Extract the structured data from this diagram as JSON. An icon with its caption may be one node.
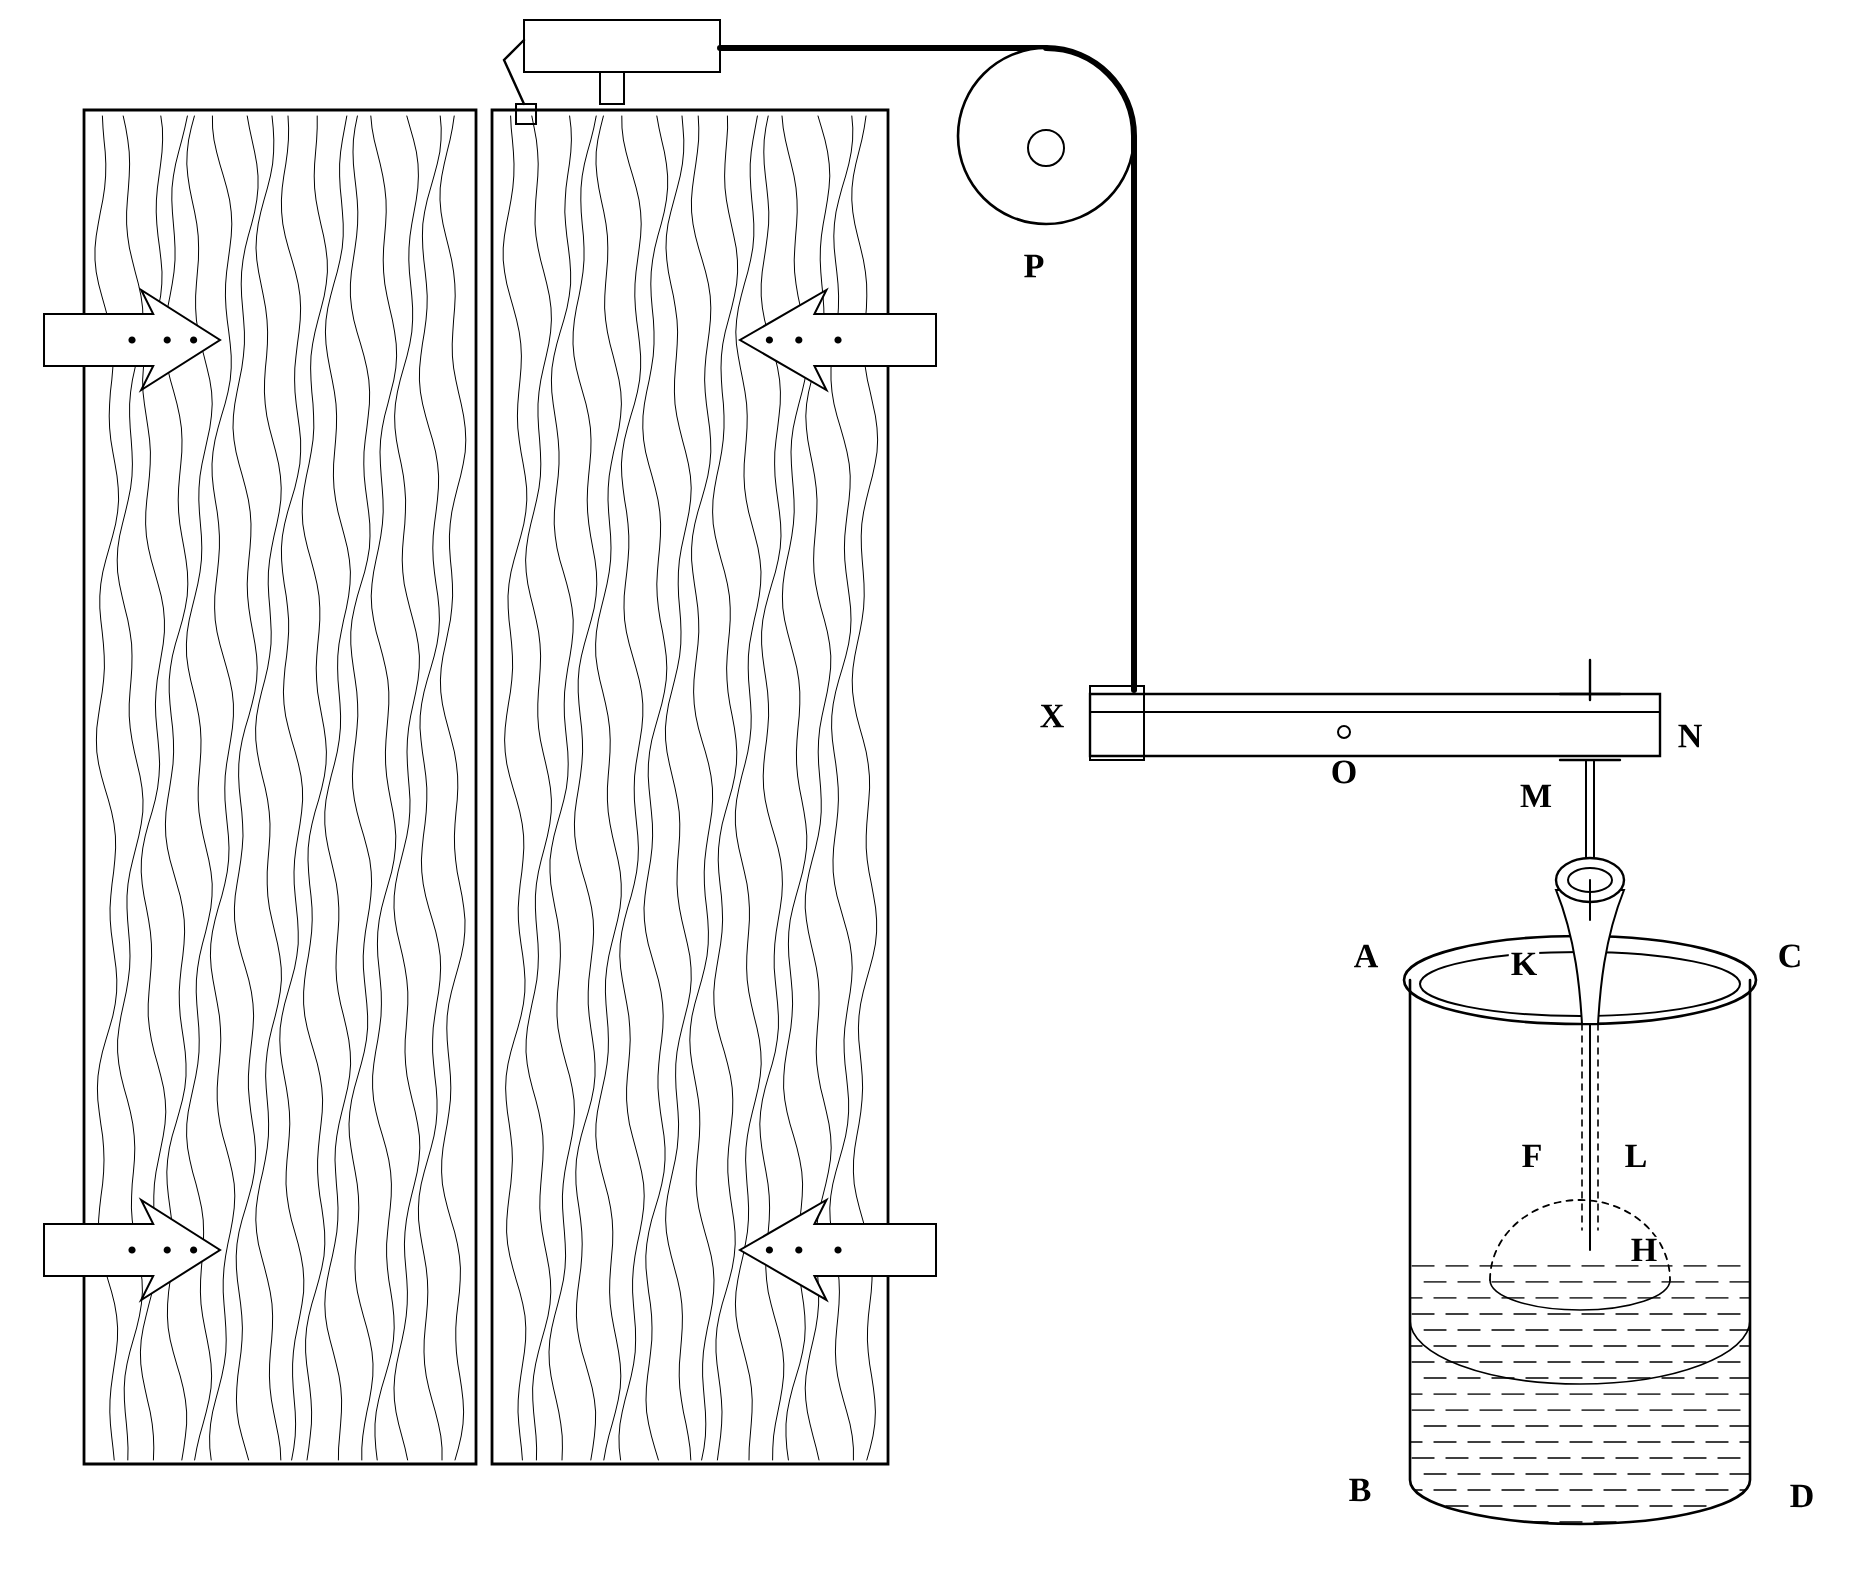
{
  "diagram": {
    "labels": [
      "P",
      "X",
      "N",
      "O",
      "M",
      "A",
      "K",
      "C",
      "F",
      "L",
      "H",
      "B",
      "D"
    ]
  }
}
